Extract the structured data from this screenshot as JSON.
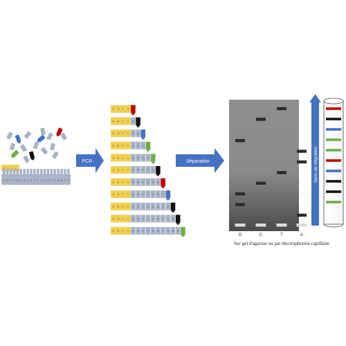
{
  "colors": {
    "yellow": "#f2d04f",
    "grey": "#a9b4c8",
    "red": "#c00000",
    "black": "#111111",
    "blue": "#4472c4",
    "green": "#70ad47",
    "arrow": "#4472c4",
    "band": "#2b2b2b"
  },
  "template": {
    "primer_letters": [
      "G",
      "A",
      "T",
      "C"
    ],
    "strand_letters": [
      "G",
      "A",
      "T",
      "C",
      "G",
      "A",
      "T",
      "C",
      "G",
      "A",
      "T",
      "C",
      "G",
      "A",
      "T",
      "C",
      "G",
      "A",
      "T",
      "C"
    ]
  },
  "arrows": {
    "pcr": "PCR",
    "separation": "Séparation"
  },
  "fragments": [
    {
      "grey": 0,
      "end": "red"
    },
    {
      "grey": 1,
      "end": "black"
    },
    {
      "grey": 2,
      "end": "blue"
    },
    {
      "grey": 3,
      "end": "green"
    },
    {
      "grey": 4,
      "end": "green"
    },
    {
      "grey": 5,
      "end": "black"
    },
    {
      "grey": 6,
      "end": "red"
    },
    {
      "grey": 7,
      "end": "blue"
    },
    {
      "grey": 8,
      "end": "black"
    },
    {
      "grey": 9,
      "end": "black"
    },
    {
      "grey": 10,
      "end": "green"
    }
  ],
  "gel": {
    "lanes": [
      "G",
      "C",
      "T",
      "A"
    ],
    "bands": [
      {
        "lane": "G",
        "rank": 8
      },
      {
        "lane": "C",
        "rank": 10
      },
      {
        "lane": "T",
        "rank": 11
      },
      {
        "lane": "A",
        "rank": 7
      },
      {
        "lane": "A",
        "rank": 6
      },
      {
        "lane": "T",
        "rank": 5
      },
      {
        "lane": "C",
        "rank": 4
      },
      {
        "lane": "G",
        "rank": 3
      },
      {
        "lane": "G",
        "rank": 2
      },
      {
        "lane": "A",
        "rank": 1
      }
    ],
    "caption": "Sur gel d'agarose ou par électrophorèse capillaire"
  },
  "capillary": {
    "label": "Sens de migration",
    "bands": [
      "red",
      "black",
      "blue",
      "green",
      "green",
      "red",
      "blue",
      "black",
      "black",
      "green"
    ]
  }
}
